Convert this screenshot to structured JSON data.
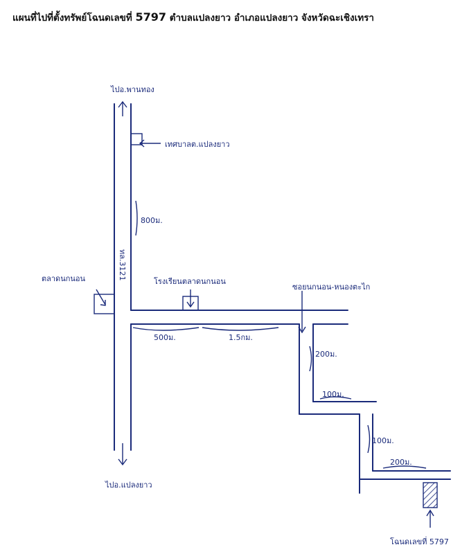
{
  "title": {
    "prefix": "แผนที่ไปที่ตั้งทรัพย์โฉนดเลขที่",
    "number": "5797",
    "suffix": "ตำบลแปลงยาว อำเภอแปลงยาว จังหวัดฉะเชิงเทรา"
  },
  "labels": {
    "to_north": "ไปอ.พานทอง",
    "municipality": "เทศบาลต.แปลงยาว",
    "dist_800": "800ม.",
    "highway": "ทล.3121",
    "market": "ตลาดนกนอน",
    "school": "โรงเรียนตลาดนกนอน",
    "soi": "ซอยนกนอน-หนองตะไก",
    "dist_500": "500ม.",
    "dist_1_5km": "1.5กม.",
    "dist_200a": "200ม.",
    "dist_100a": "100ม.",
    "dist_100b": "100ม.",
    "dist_200b": "200ม.",
    "to_south": "ไปอ.แปลงยาว",
    "deed": "โฉนดเลขที่ 5797"
  },
  "colors": {
    "ink": "#1a2a7a"
  }
}
